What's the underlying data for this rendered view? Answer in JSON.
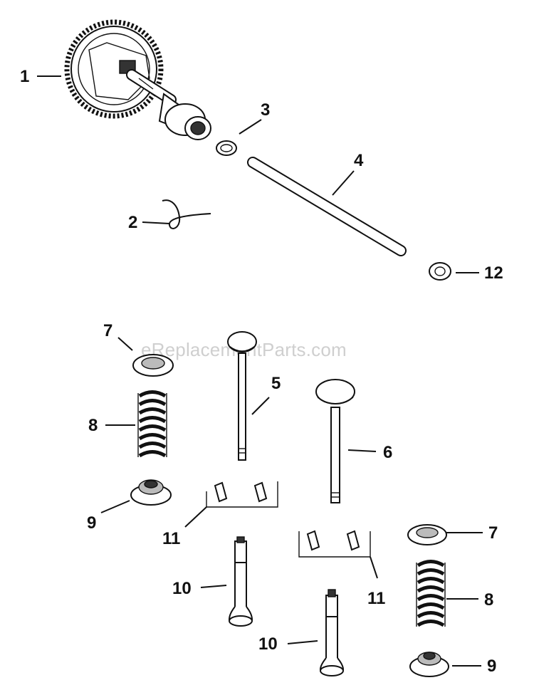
{
  "watermark": "eReplacementParts.com",
  "callouts": {
    "camshaft": "1",
    "wire": "2",
    "washer": "3",
    "shaft": "4",
    "valve_intake": "5",
    "valve_exhaust": "6",
    "spring_cap_left": "7",
    "spring_cap_right": "7",
    "spring_left": "8",
    "spring_right": "8",
    "retainer_left": "9",
    "retainer_right": "9",
    "tappet_left": "10",
    "tappet_right": "10",
    "keepers_left": "11",
    "keepers_right": "11",
    "plug": "12"
  }
}
